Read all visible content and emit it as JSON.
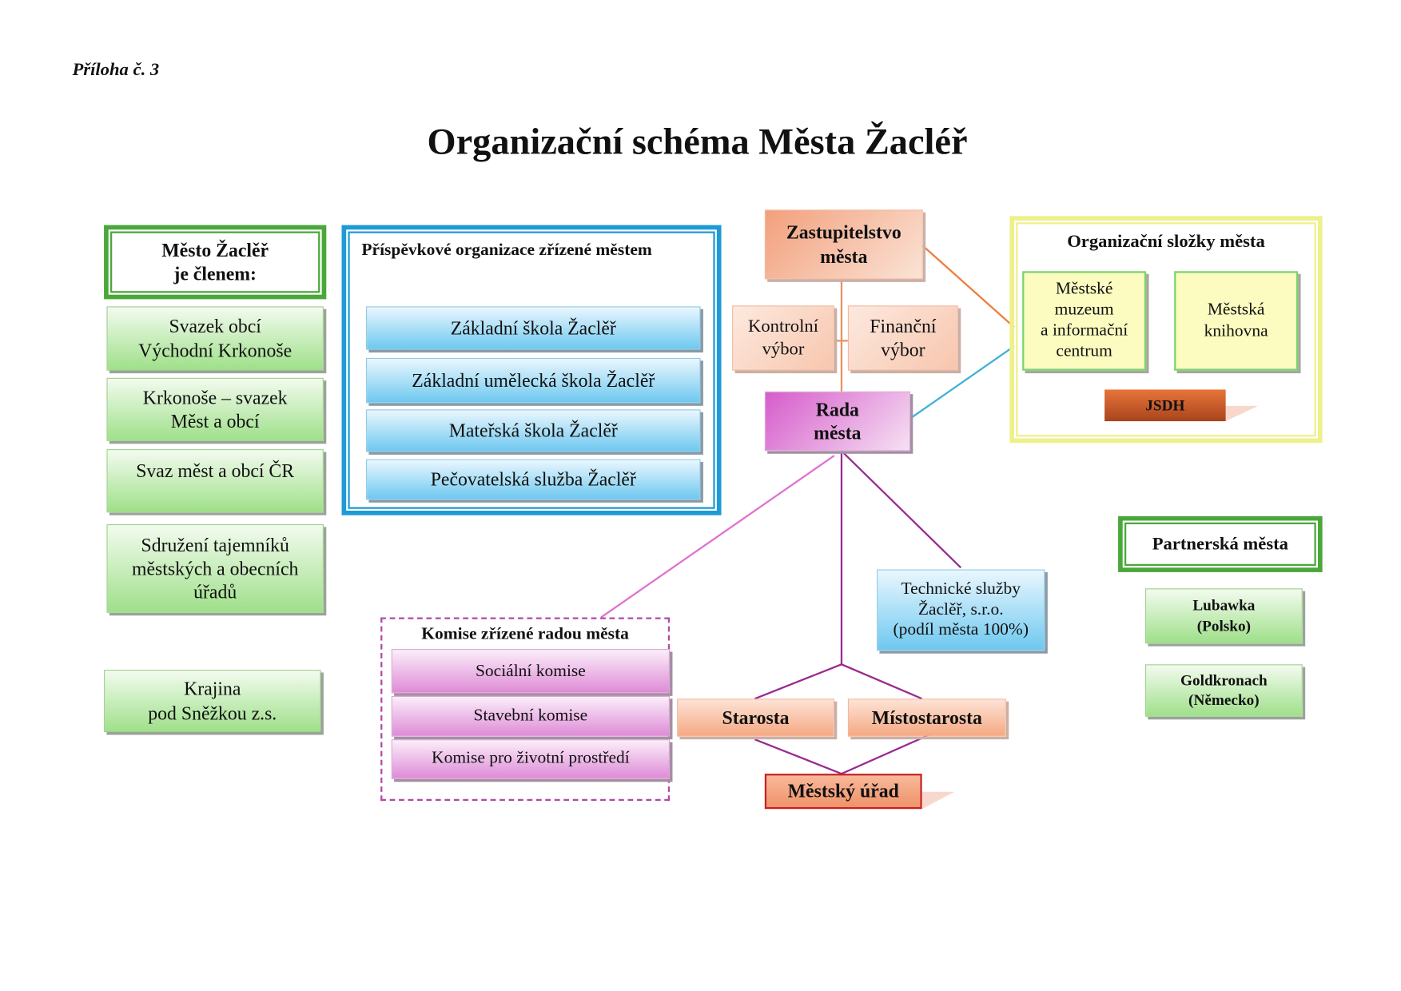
{
  "annex": "Příloha č. 3",
  "title": "Organizační schéma Města Žacléř",
  "member": {
    "heading": "Město Žaclěř\nje členem:",
    "items": [
      "Svazek obcí\nVýchodní Krkonoše",
      "Krkonoše – svazek\nMěst a obcí",
      "Svaz měst a obcí ČR",
      "Sdružení tajemníků\nměstských a obecních\núřadů",
      "Krajina\npod Sněžkou z.s."
    ]
  },
  "contrib": {
    "heading": "Příspěvkové organizace zřízené městem",
    "items": [
      "Základní škola Žaclěř",
      "Základní umělecká škola Žaclěř",
      "Mateřská škola Žaclěř",
      "Pečovatelská služba Žaclěř"
    ]
  },
  "core": {
    "council": "Zastupitelstvo\nměsta",
    "control": "Kontrolní\nvýbor",
    "finance": "Finanční\nvýbor",
    "board": "Rada\nměsta",
    "tech": "Technické služby\nŽaclěř, s.r.o.\n(podíl města 100%)",
    "mayor": "Starosta",
    "deputy": "Místostarosta",
    "office": "Městský úřad"
  },
  "units": {
    "heading": "Organizační složky města",
    "museum": "Městské\nmuzeum\na informační\ncentrum",
    "library": "Městská\nknihovna",
    "jsdh": "JSDH"
  },
  "partners": {
    "heading": "Partnerská města",
    "items": [
      "Lubawka\n(Polsko)",
      "Goldkronach\n(Německo)"
    ]
  },
  "commissions": {
    "heading": "Komise zřízené radou města",
    "items": [
      "Sociální komise",
      "Stavební komise",
      "Komise pro životní prostředí"
    ]
  }
}
